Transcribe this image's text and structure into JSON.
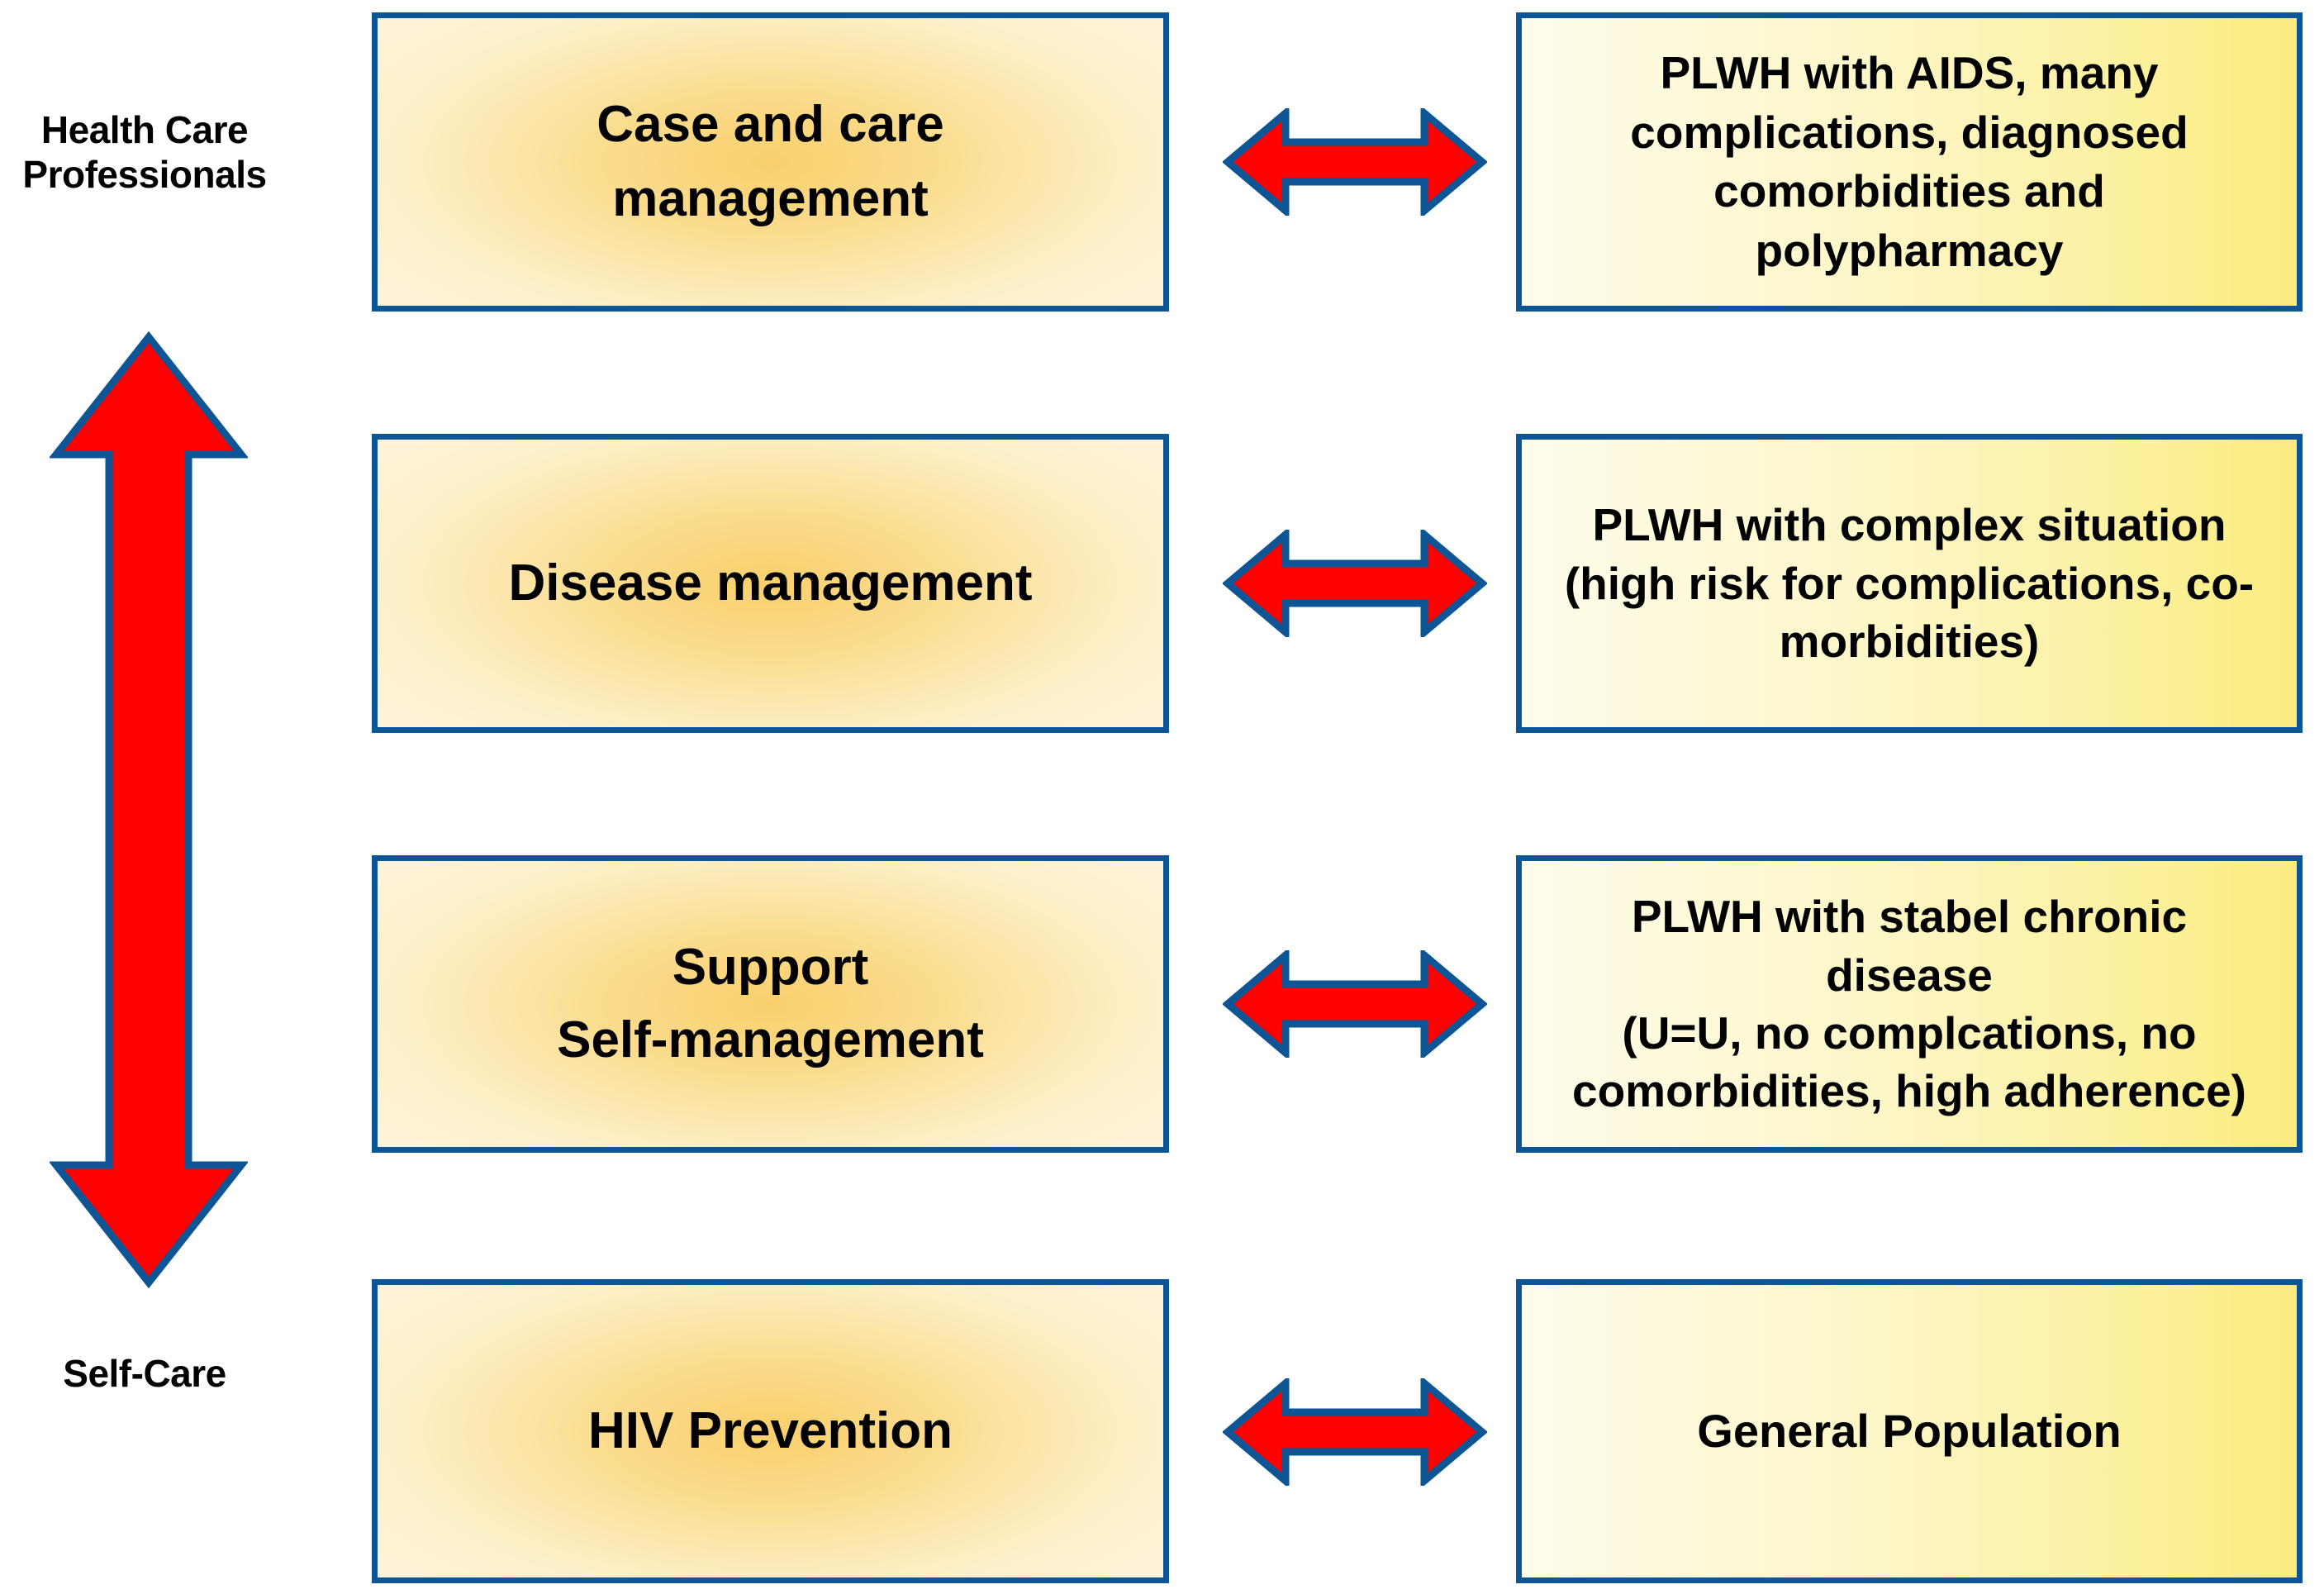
{
  "axis": {
    "top_label": "Health Care\nProfessionals",
    "bottom_label": "Self-Care",
    "arrow_name": "vertical-double-arrow",
    "arrow_fill": "#FF0000",
    "arrow_stroke": "#0E5595"
  },
  "colors": {
    "box_border": "#0E5595",
    "left_box_fill_center": "#F9CF6B",
    "left_box_fill_edge": "#FEF3D8",
    "right_box_fill_start": "#FFFCEC",
    "right_box_fill_end": "#FBEC80",
    "arrow_red": "#FF0000",
    "arrow_blue": "#0E5595",
    "text": "#000000",
    "background": "#FFFFFF"
  },
  "rows": [
    {
      "level": "Case and care management",
      "left_label": "Case and care\nmanagement",
      "right_label": "PLWH with AIDS, many\ncomplications, diagnosed\ncomorbidities and\npolypharmacy",
      "connector": "double-headed-arrow"
    },
    {
      "level": "Disease management",
      "left_label": "Disease management",
      "right_label": "PLWH with complex situation\n(high risk for complications, co-\nmorbidities)",
      "connector": "double-headed-arrow"
    },
    {
      "level": "Support Self-management",
      "left_label": "Support\nSelf-management",
      "right_label": "PLWH with stabel chronic\ndisease\n(U=U, no complcations, no\ncomorbidities, high adherence)",
      "connector": "double-headed-arrow"
    },
    {
      "level": "HIV Prevention",
      "left_label": "HIV Prevention",
      "right_label": "General Population",
      "connector": "double-headed-arrow"
    }
  ]
}
